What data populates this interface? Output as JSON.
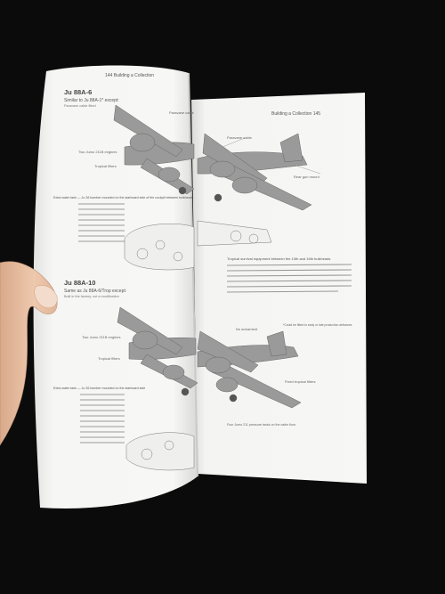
{
  "left_page": {
    "running_header": "144   Building a Collection",
    "section1_title": "Ju 88A-6",
    "section1_subtitle": "Similar to Ju 88A-1* except:",
    "section1_note": "Paravane cable fitted",
    "callout_cable": "Paravane cable",
    "callout_engines": "Two Jumo 211B engines",
    "callout_flame": "Tropical filters",
    "para_left1": "Extra water tank — Ju 26 bomber mounted on the starboard side of the cockpit between bulkheads",
    "section2_title": "Ju 88A-10",
    "section2_subtitle": "Same as Ju 88A-6/Trop except:",
    "section2_note": "Built in the factory, not a modification",
    "callout_engines2": "Two Jumo 211B engines",
    "callout_filters2": "Tropical filters",
    "para_left2": "Extra water tank — Ju 26 bomber mounted on the starboard side"
  },
  "right_page": {
    "running_header": "Building a Collection   145",
    "callout_r1": "Paravane cable",
    "callout_r2": "Rear gun mount",
    "paragraph": "Tropical survival equipment between the 10th and 16th bulkheads",
    "side_note": "*Could be fitted to early or late production airframes",
    "callout_r3": "No armament",
    "callout_r4": "Fixed tropical filters",
    "bottom_note": "Four Jumo 211 pressure tanks on the cabin floor"
  },
  "colors": {
    "background": "#0b0b0b",
    "paper": "#f5f5f3",
    "aircraft": "#9a9a9a",
    "skin": "#e8c2a6"
  }
}
